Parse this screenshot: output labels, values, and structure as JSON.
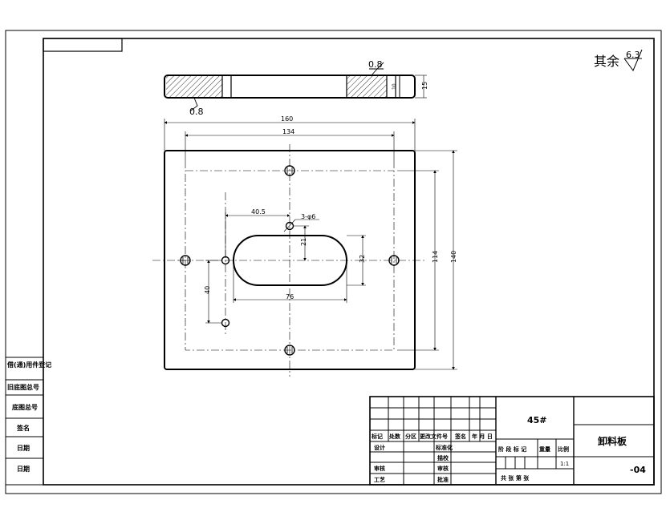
{
  "drawing": {
    "surface_finish_note": "其余",
    "surface_finish_value": "6.3",
    "section_roughness_top": "0.8",
    "section_roughness_bottom": "0.8",
    "section_thickness": "15",
    "section_inner_dim": "10",
    "dims": {
      "overall_width": "160",
      "hole_spacing_x": "134",
      "overall_height": "140",
      "hole_spacing_y": "114",
      "offset_x": "40.5",
      "pin_holes": "3-φ6",
      "slot_offset": "21",
      "slot_height": "32",
      "slot_width": "76",
      "pin_spacing": "40"
    }
  },
  "left_block": {
    "rows": [
      "借(通)用件登记",
      "旧底图总号",
      "底图总号",
      "签名",
      "日期",
      "日期"
    ]
  },
  "title_block": {
    "material": "45#",
    "part_name": "卸料板",
    "drawing_no": "-04",
    "scale": "1:1",
    "header_row": [
      "标记",
      "处数",
      "分区",
      "更改文件号",
      "签名",
      "年 月 日"
    ],
    "design_label": "设计",
    "standardization_label": "标准化",
    "drafting_label": "描校",
    "review_label": "审核",
    "process_label": "工艺",
    "approve_label": "批准",
    "audit_label": "审核",
    "stage_header": [
      "阶 段 标 记",
      "重量",
      "比例"
    ],
    "sheets_label": "共    张    第    张"
  }
}
